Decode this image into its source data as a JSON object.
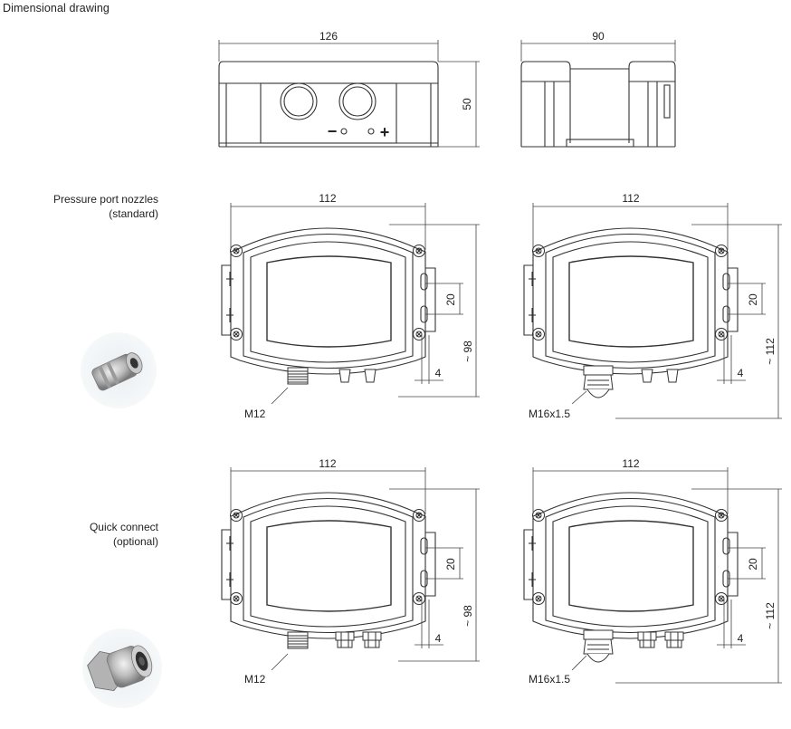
{
  "page_title": "Dimensional drawing",
  "rows": {
    "nozzles": {
      "label": "Pressure port nozzles",
      "sublabel": "(standard)"
    },
    "quick": {
      "label": "Quick connect",
      "sublabel": "(optional)"
    }
  },
  "top_views": {
    "front": {
      "width_dim": "126",
      "height_dim": "50",
      "minus_symbol": "−",
      "plus_symbol": "+"
    },
    "side": {
      "width_dim": "90"
    }
  },
  "housings": {
    "a": {
      "width_dim": "112",
      "slot_spacing": "20",
      "offset": "4",
      "height_dim": "~ 98",
      "connector": "M12"
    },
    "b": {
      "width_dim": "112",
      "slot_spacing": "20",
      "offset": "4",
      "height_dim": "~ 112",
      "connector": "M16x1.5"
    },
    "c": {
      "width_dim": "112",
      "slot_spacing": "20",
      "offset": "4",
      "height_dim": "~ 98",
      "connector": "M12"
    },
    "d": {
      "width_dim": "112",
      "slot_spacing": "20",
      "offset": "4",
      "height_dim": "~ 112",
      "connector": "M16x1.5"
    }
  },
  "colors": {
    "line": "#333333",
    "photo_metal": "#b9b9b9"
  },
  "icons": {
    "nozzle_photo": "pressure-nozzle-photo",
    "quick_photo": "quick-connect-photo"
  }
}
